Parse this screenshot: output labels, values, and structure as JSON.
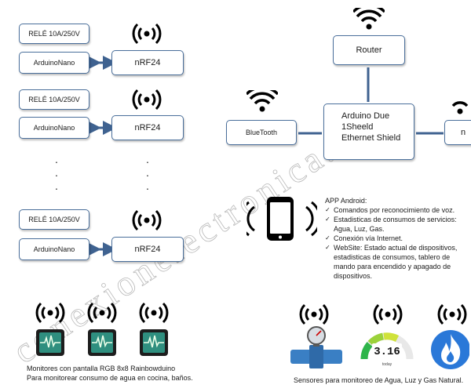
{
  "watermark": "conexionelectronica.com",
  "left_groups": [
    {
      "relay": "RELÉ 10A/250V",
      "arduino": "ArduinoNano",
      "radio": "nRF24"
    },
    {
      "relay": "RELÉ 10A/250V",
      "arduino": "ArduinoNano",
      "radio": "nRF24"
    },
    {
      "relay": "RELÉ 10A/250V",
      "arduino": "ArduinoNano",
      "radio": "nRF24"
    }
  ],
  "ellipsis": ".",
  "router": "Router",
  "bluetooth": "BlueTooth",
  "due": {
    "line1": "Arduino Due",
    "line2": "1Sheeld",
    "line3": "Ethernet Shield"
  },
  "right_partial": "n",
  "app": {
    "title": "APP Android:",
    "items": [
      "Comandos por reconocimiento de voz.",
      "Estadisticas de consumos de servicios: Agua, Luz, Gas.",
      "Conexión vía Internet.",
      "WebSite: Estado actual de dispositivos, estadisticas de consumos, tablero de mando para encendido y apagado de dispositivos."
    ]
  },
  "monitors_caption": {
    "line1": "Monitores con pantalla RGB 8x8 Rainbowduino",
    "line2": "Para monitorear consumo de agua en cocina, baños."
  },
  "meter_display": "3.16",
  "meter_sub": "today",
  "sensors_caption": "Sensores para monitoreo de Agua, Luz y Gas Natural.",
  "colors": {
    "box_border": "#4a6f9b",
    "arrow": "#3f6290",
    "monitor": "#2f8f7f",
    "gauge_blue": "#3a7fc4",
    "flame": "#2a78d8"
  }
}
